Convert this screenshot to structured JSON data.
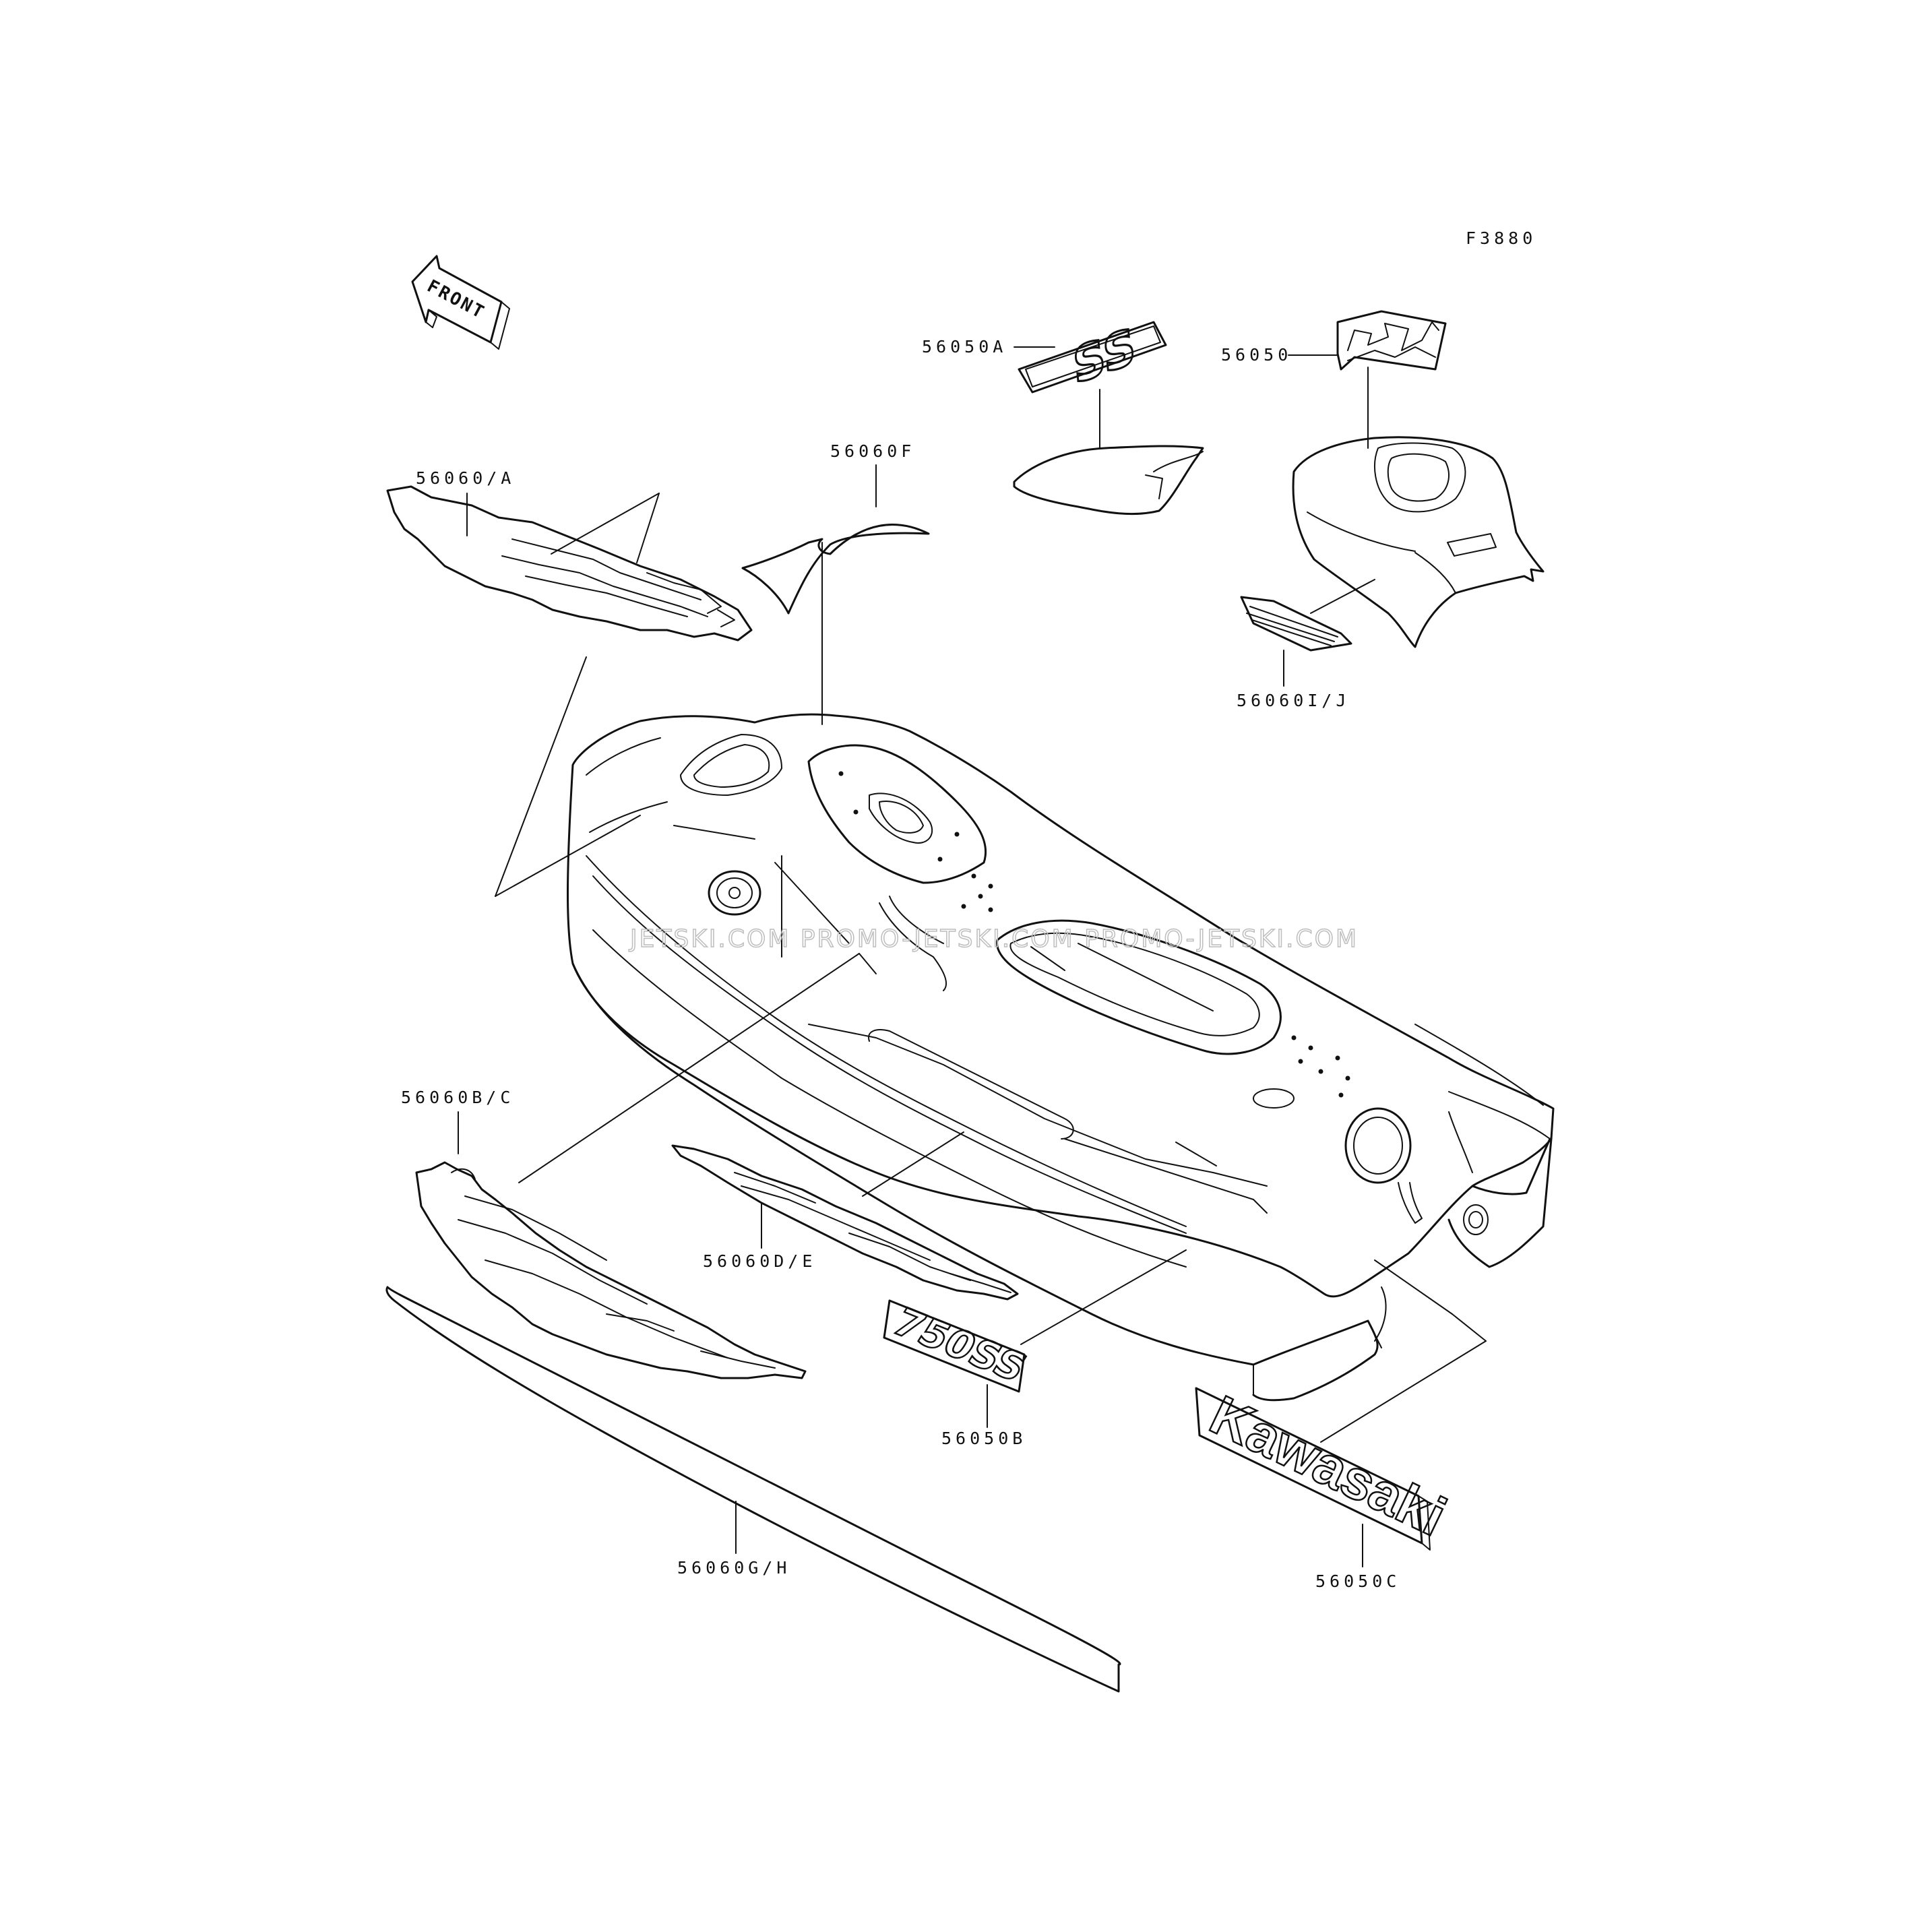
{
  "diagram": {
    "figure_code": "F3880",
    "front_arrow_label": "FRONT",
    "watermark": "JETSKI.COM  PROMO-JETSKI.COM  PROMO-JETSKI.COM",
    "labels": {
      "p56050A": "56050A",
      "p56050": "56050",
      "p56060F": "56060F",
      "p56060A": "56060/A",
      "p56060IJ": "56060I/J",
      "p56060BC": "56060B/C",
      "p56060DE": "56060D/E",
      "p56050B": "56050B",
      "p56060GH": "56060G/H",
      "p56050C": "56050C"
    },
    "decal_text": {
      "ss": "SS",
      "model": "750SS",
      "brand": "Kawasaki"
    }
  }
}
